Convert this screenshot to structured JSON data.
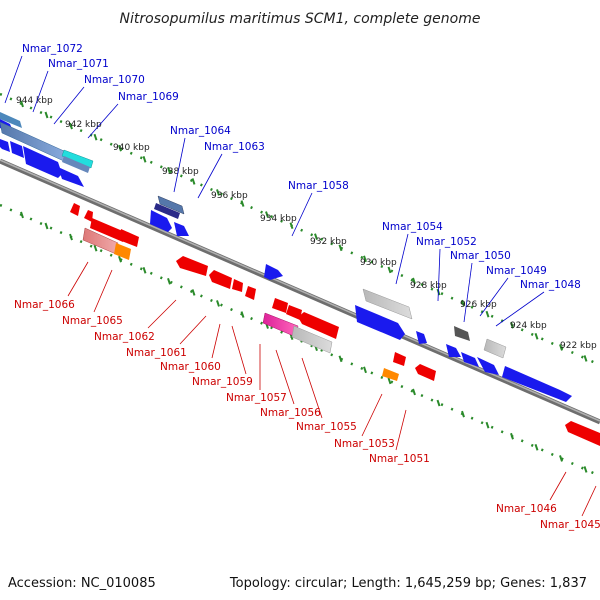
{
  "title": "Nitrosopumilus maritimus SCM1, complete genome",
  "footer": {
    "accession": "Accession: NC_010085",
    "topology": "Topology: circular; Length: 1,645,259 bp; Genes: 1,837"
  },
  "colors": {
    "forward_label": "#0000cc",
    "reverse_label": "#cc0000",
    "tick": "#2a8a2a",
    "backbone": "#7a7a7a"
  },
  "scale_labels": [
    "944 kbp",
    "942 kbp",
    "940 kbp",
    "938 kbp",
    "936 kbp",
    "934 kbp",
    "932 kbp",
    "930 kbp",
    "928 kbp",
    "926 kbp",
    "924 kbp",
    "922 kbp"
  ],
  "forward_genes": [
    "Nmar_1072",
    "Nmar_1071",
    "Nmar_1070",
    "Nmar_1069",
    "Nmar_1064",
    "Nmar_1063",
    "Nmar_1058",
    "Nmar_1054",
    "Nmar_1052",
    "Nmar_1050",
    "Nmar_1049",
    "Nmar_1048"
  ],
  "reverse_genes": [
    "Nmar_1066",
    "Nmar_1065",
    "Nmar_1062",
    "Nmar_1061",
    "Nmar_1060",
    "Nmar_1059",
    "Nmar_1057",
    "Nmar_1056",
    "Nmar_1055",
    "Nmar_1053",
    "Nmar_1051",
    "Nmar_1046",
    "Nmar_1045"
  ]
}
